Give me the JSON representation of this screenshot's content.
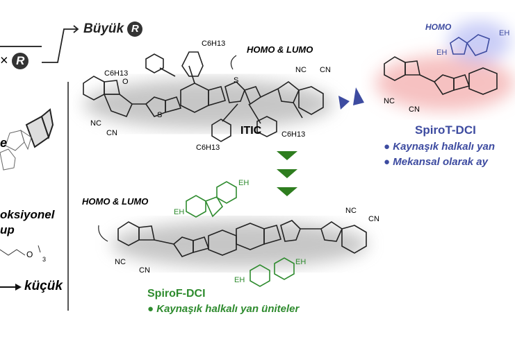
{
  "left_panel": {
    "times_symbol": "×",
    "r_badge": "R",
    "big_label": "Büyük",
    "functional_group_text_line1": "oksiyonel",
    "functional_group_text_line2": "up",
    "oxygen": "O",
    "repeat_count": "3",
    "small_label": "küçük",
    "partial_letter": "e"
  },
  "itic": {
    "orbital_label": "HOMO & LUMO",
    "name": "ITIC",
    "side_chain": "C6H13",
    "nc": "NC",
    "cn": "CN",
    "sulfur": "S",
    "oxygen": "O"
  },
  "spirot": {
    "orbital_label": "HOMO",
    "name": "SpiroT-DCI",
    "eh": "EH",
    "bullets": [
      "Kaynaşık halkalı yan",
      "Mekansal olarak ay"
    ],
    "color": "#3d4ba0"
  },
  "spirof": {
    "orbital_label": "HOMO & LUMO",
    "name": "SpiroF-DCI",
    "eh": "EH",
    "bullets": [
      "Kaynaşık halkalı yan üniteler"
    ],
    "color": "#2e8b2e"
  },
  "arrow_colors": {
    "blue": "#3d4ba0",
    "green": "#2e7d1f"
  }
}
